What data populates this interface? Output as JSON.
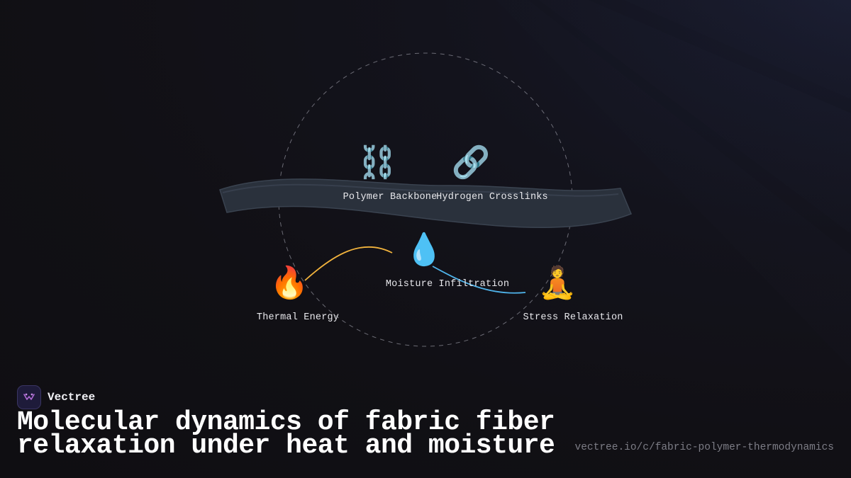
{
  "brand": {
    "name": "Vectree",
    "logo_icon": "vectree-logo-icon",
    "logo_color": "#b06ad6"
  },
  "title": {
    "line1": "Molecular dynamics of fabric fiber",
    "line2": "relaxation under heat and moisture"
  },
  "footer": {
    "url": "vectree.io/c/fabric-polymer-thermodynamics"
  },
  "diagram": {
    "nodes": [
      {
        "id": "polymer-backbone",
        "icon": "chain-icon",
        "glyph": "⛓️",
        "label": "Polymer Backbone"
      },
      {
        "id": "hydrogen-crosslinks",
        "icon": "link-icon",
        "glyph": "🔗",
        "label": "Hydrogen Crosslinks"
      },
      {
        "id": "moisture-infiltration",
        "icon": "droplet-icon",
        "glyph": "💧",
        "label": "Moisture Infiltration"
      },
      {
        "id": "thermal-energy",
        "icon": "fire-icon",
        "glyph": "🔥",
        "label": "Thermal Energy"
      },
      {
        "id": "stress-relaxation",
        "icon": "meditating-person-icon",
        "glyph": "🧘",
        "label": "Stress Relaxation"
      }
    ],
    "colors": {
      "thermal_connector": "#f2b33d",
      "moisture_connector": "#4fb3ea",
      "ribbon": "#2a313c",
      "ribbon_edge": "#3a4350",
      "orbit": "#8a8a94"
    }
  }
}
